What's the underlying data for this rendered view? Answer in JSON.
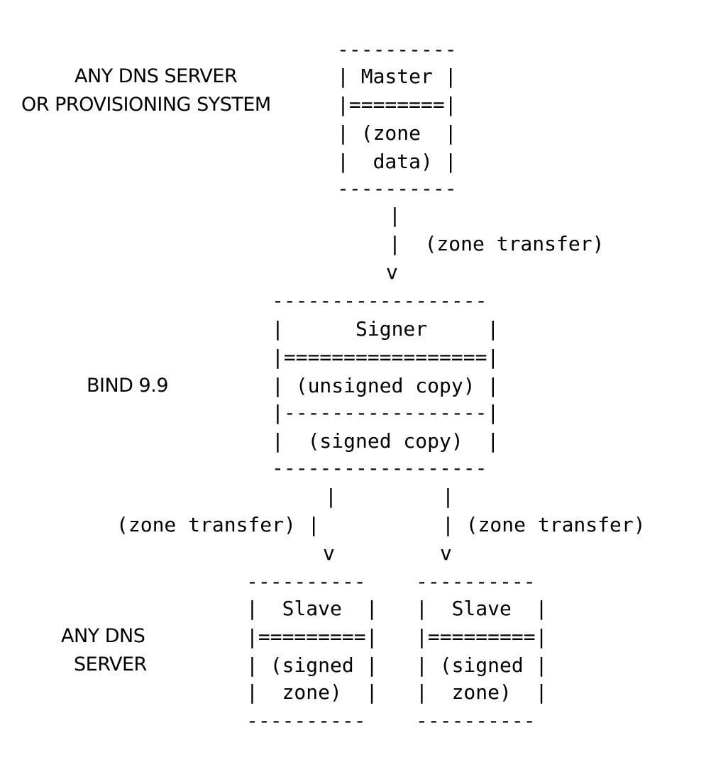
{
  "labels": {
    "master_side_line1": "ANY DNS SERVER",
    "master_side_line2": "OR PROVISIONING SYSTEM",
    "signer_side": "BIND 9.9",
    "slave_side_line1": "ANY DNS",
    "slave_side_line2": "SERVER"
  },
  "master": {
    "top": "----------",
    "line1": "| Master |",
    "line2": "|========|",
    "line3": "| (zone  |",
    "line4": "|  data) |",
    "bottom": "----------"
  },
  "arrow1": {
    "line1": "|",
    "line2": "|  (zone transfer)",
    "line3": "v"
  },
  "signer": {
    "top": "------------------",
    "line1": "|      Signer     |",
    "line2": "|=================|",
    "line3": "| (unsigned copy) |",
    "line4": "|-----------------|",
    "line5": "|  (signed copy)  |",
    "bottom": "------------------"
  },
  "arrow_left": {
    "line1": "|",
    "line2": "(zone transfer) |",
    "line3": "v"
  },
  "arrow_right": {
    "line1": "|",
    "line2": "| (zone transfer)",
    "line3": "v"
  },
  "slave_left": {
    "top": "----------",
    "line1": "|  Slave  |",
    "line2": "|=========|",
    "line3": "| (signed |",
    "line4": "|  zone)  |",
    "bottom": "----------"
  },
  "slave_right": {
    "top": "----------",
    "line1": "|  Slave  |",
    "line2": "|=========|",
    "line3": "| (signed |",
    "line4": "|  zone)  |",
    "bottom": "----------"
  }
}
